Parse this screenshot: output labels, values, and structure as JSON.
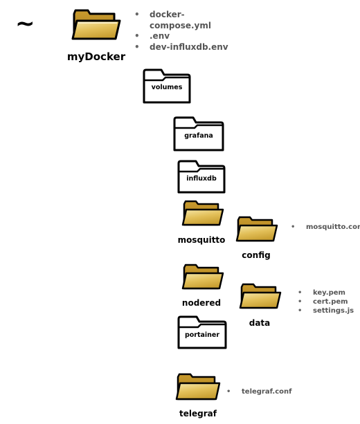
{
  "root_symbol": "~",
  "folders": {
    "mydocker": "myDocker",
    "volumes": "volumes",
    "grafana": "grafana",
    "influxdb": "influxdb",
    "mosquitto": "mosquitto",
    "config": "config",
    "nodered": "nodered",
    "data": "data",
    "portainer": "portainer",
    "telegraf": "telegraf"
  },
  "files": {
    "mydocker": [
      "docker-",
      "compose.yml",
      ".env",
      "dev-influxdb.env"
    ],
    "config": [
      "mosquitto.conf"
    ],
    "data": [
      "key.pem",
      "cert.pem",
      "settings.js"
    ],
    "telegraf": [
      "telegraf.conf"
    ]
  },
  "colors": {
    "folder_fill": "#d9b54a",
    "folder_light": "#f3df9a",
    "outline": "#000000",
    "file_text": "#555555"
  }
}
